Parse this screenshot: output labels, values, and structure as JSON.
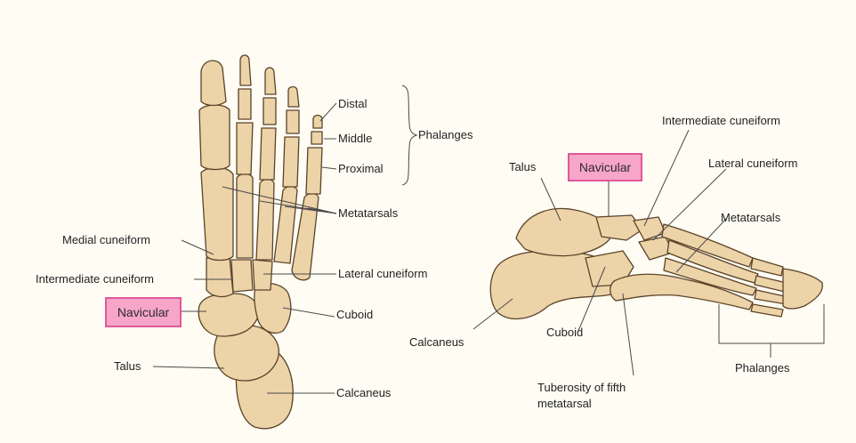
{
  "colors": {
    "background": "#fffdf3",
    "bone_fill": "#ecd3a8",
    "bone_stroke": "#5b4328",
    "highlight_fill": "#f7a6c9",
    "highlight_border": "#e0589a"
  },
  "dorsal_view": {
    "labels": {
      "distal": "Distal",
      "middle": "Middle",
      "proximal": "Proximal",
      "phalanges": "Phalanges",
      "metatarsals": "Metatarsals",
      "medial_cuneiform": "Medial cuneiform",
      "intermediate_cuneiform": "Intermediate cuneiform",
      "lateral_cuneiform": "Lateral cuneiform",
      "navicular": "Navicular",
      "cuboid": "Cuboid",
      "talus": "Talus",
      "calcaneus": "Calcaneus"
    }
  },
  "lateral_view": {
    "labels": {
      "talus": "Talus",
      "navicular": "Navicular",
      "intermediate_cuneiform": "Intermediate cuneiform",
      "lateral_cuneiform": "Lateral cuneiform",
      "metatarsals": "Metatarsals",
      "calcaneus": "Calcaneus",
      "cuboid": "Cuboid",
      "tuberosity_line1": "Tuberosity of fifth",
      "tuberosity_line2": "metatarsal",
      "phalanges": "Phalanges"
    }
  }
}
